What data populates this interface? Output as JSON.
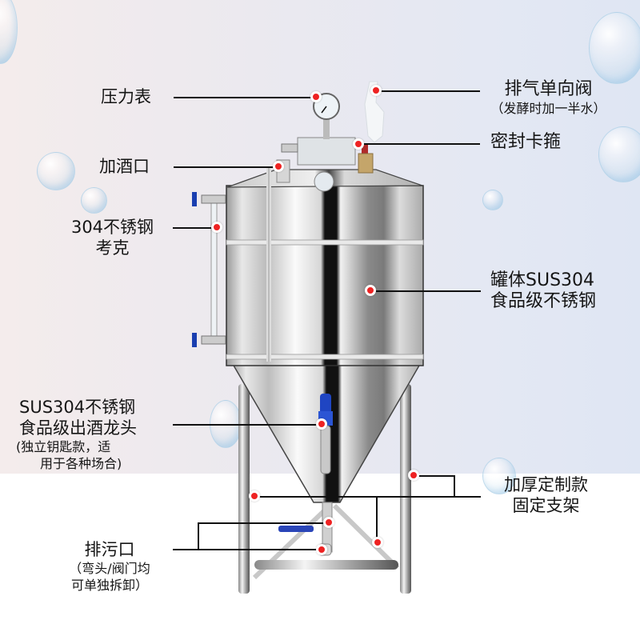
{
  "product": {
    "name": "stainless-steel-conical-fermenter",
    "accent_dot_color": "#ee2222",
    "line_color": "#111111"
  },
  "labels": {
    "pressure_gauge": {
      "title": "压力表"
    },
    "airlock": {
      "title": "排气单向阀",
      "note": "（发酵时加一半水）"
    },
    "clamp": {
      "title": "密封卡箍"
    },
    "fill_port": {
      "title": "加酒口"
    },
    "sight_glass": {
      "line1": "304不锈钢",
      "line2": "考克"
    },
    "tank_body": {
      "line1": "罐体SUS304",
      "line2": "食品级不锈钢"
    },
    "tap": {
      "line1": "SUS304不锈钢",
      "line2": "食品级出酒龙头",
      "line3": "(独立钥匙款，适",
      "line4": "用于各种场合)"
    },
    "stand": {
      "line1": "加厚定制款",
      "line2": "固定支架"
    },
    "drain": {
      "title": "排污口",
      "line2": "（弯头/阀门均",
      "line3": "可单独拆卸）"
    }
  }
}
